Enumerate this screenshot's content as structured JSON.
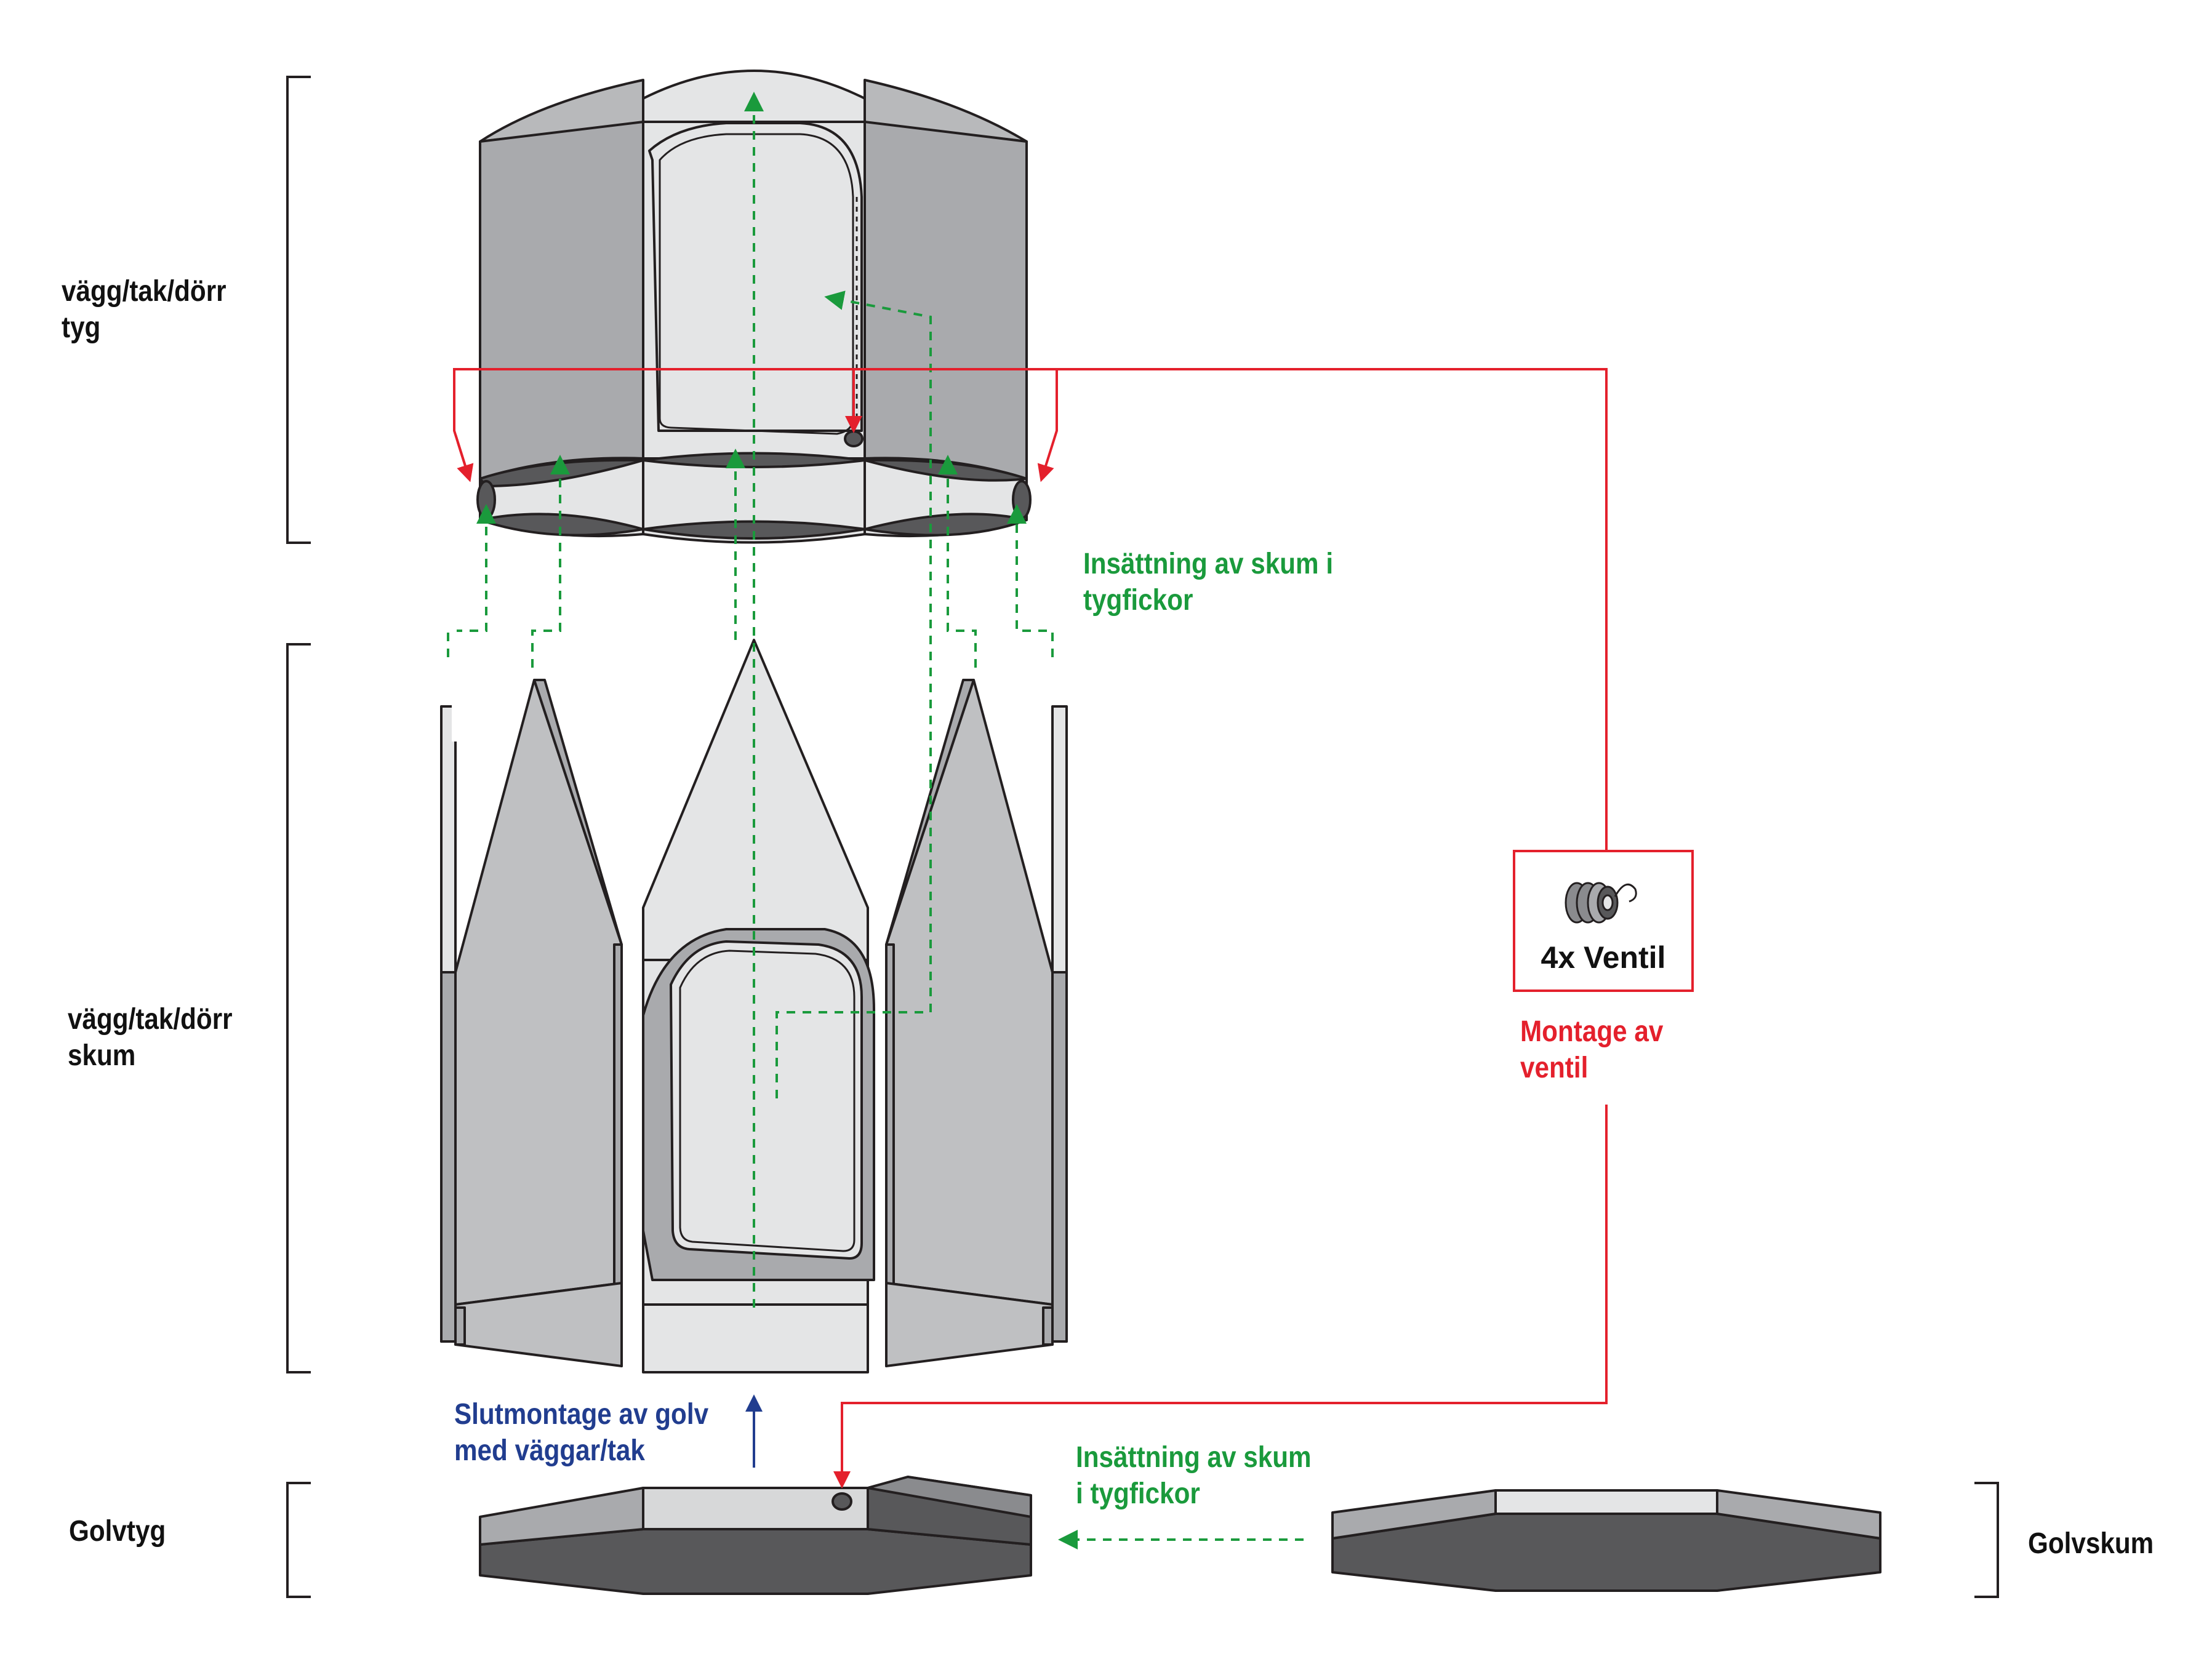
{
  "labels": {
    "fabric_walls": "vägg/tak/dörr\ntyg",
    "foam_walls": "vägg/tak/dörr\nskum",
    "floor_fabric": "Golvtyg",
    "floor_foam": "Golvskum",
    "insert_foam_top": "Insättning av skum i\ntygfickor",
    "insert_foam_bottom": "Insättning av skum\ni tygfickor",
    "valve_count": "4x Ventil",
    "valve_mounting": "Montage av\nventil",
    "final_assembly": "Slutmontage av golv\nmed väggar/tak"
  },
  "colors": {
    "green": "#1a9a3c",
    "red": "#e4202c",
    "blue": "#213d8f",
    "panel_gray": "#a9aaad",
    "panel_light": "#e4e5e6",
    "panel_dark": "#58585a",
    "outline": "#231f20"
  },
  "icons": [
    "valve-icon"
  ]
}
